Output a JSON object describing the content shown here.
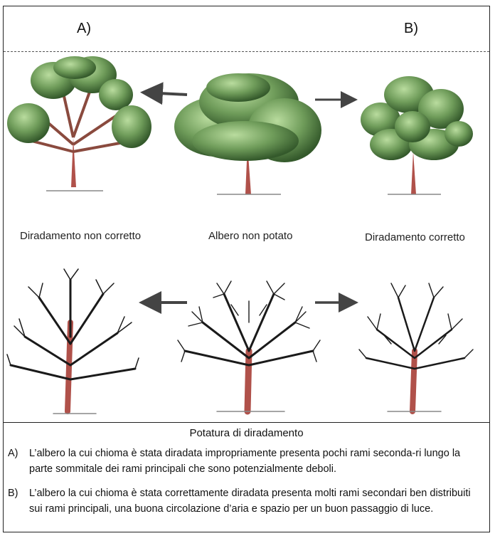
{
  "header": {
    "label_a": "A)",
    "label_b": "B)"
  },
  "captions": {
    "left": "Diradamento non corretto",
    "center": "Albero non potato",
    "right": "Diradamento corretto"
  },
  "footer": {
    "title": "Potatura di diradamento",
    "notes": [
      {
        "letter": "A)",
        "text": "L’albero la cui chioma è stata diradata impropriamente presenta pochi rami seconda-ri lungo la parte sommitale dei rami principali che sono potenzialmente deboli."
      },
      {
        "letter": "B)",
        "text": "L’albero la cui chioma è stata correttamente diradata presenta molti rami secondari ben distribuiti sui rami principali, una buona circolazione d’aria e spazio per un buon passaggio di luce."
      }
    ]
  },
  "colors": {
    "foliage_dark": "#3f6b34",
    "foliage_light": "#a9cf8f",
    "trunk": "#b0514a",
    "branch": "#1a1a1a",
    "arrow": "#444444"
  }
}
